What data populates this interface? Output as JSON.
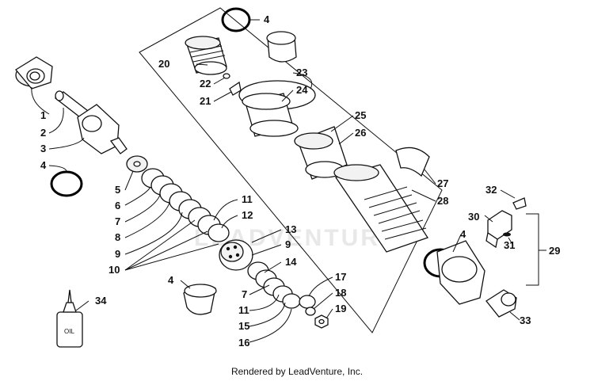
{
  "credit": "Rendered by LeadVenture, Inc.",
  "watermark": "LEADVENTURE",
  "oil_bottle_text": "OIL",
  "colors": {
    "ink": "#111111",
    "oring": "#000000",
    "watermark": "#e8e8e8"
  },
  "callouts": {
    "c1": "1",
    "c2": "2",
    "c3": "3",
    "c4a": "4",
    "c5": "5",
    "c6": "6",
    "c7a": "7",
    "c8": "8",
    "c9a": "9",
    "c10": "10",
    "c11a": "11",
    "c12": "12",
    "c13": "13",
    "c9b": "9",
    "c14": "14",
    "c7b": "7",
    "c11b": "11",
    "c15": "15",
    "c16": "16",
    "c4b": "4",
    "c17": "17",
    "c18": "18",
    "c19": "19",
    "c20": "20",
    "c4c": "4",
    "c22": "22",
    "c21": "21",
    "c23": "23",
    "c24": "24",
    "c25": "25",
    "c26": "26",
    "c27": "27",
    "c28": "28",
    "c4d": "4",
    "c32": "32",
    "c30": "30",
    "c31": "31",
    "c29": "29",
    "c33": "33",
    "c34": "34"
  }
}
